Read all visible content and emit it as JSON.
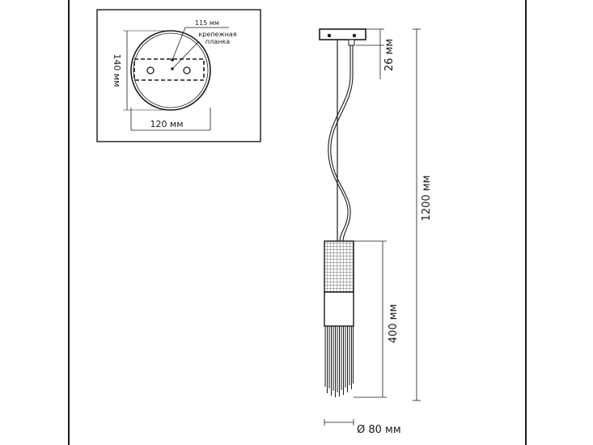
{
  "inset": {
    "label_115": "115 мм",
    "label_mount_1": "крепежная",
    "label_mount_2": "планка",
    "label_140": "140 мм",
    "label_120": "120 мм"
  },
  "dimensions": {
    "canopy_height": "26 мм",
    "total_height": "1200 мм",
    "shade_height": "400 мм",
    "diameter": "Ø 80 мм"
  }
}
